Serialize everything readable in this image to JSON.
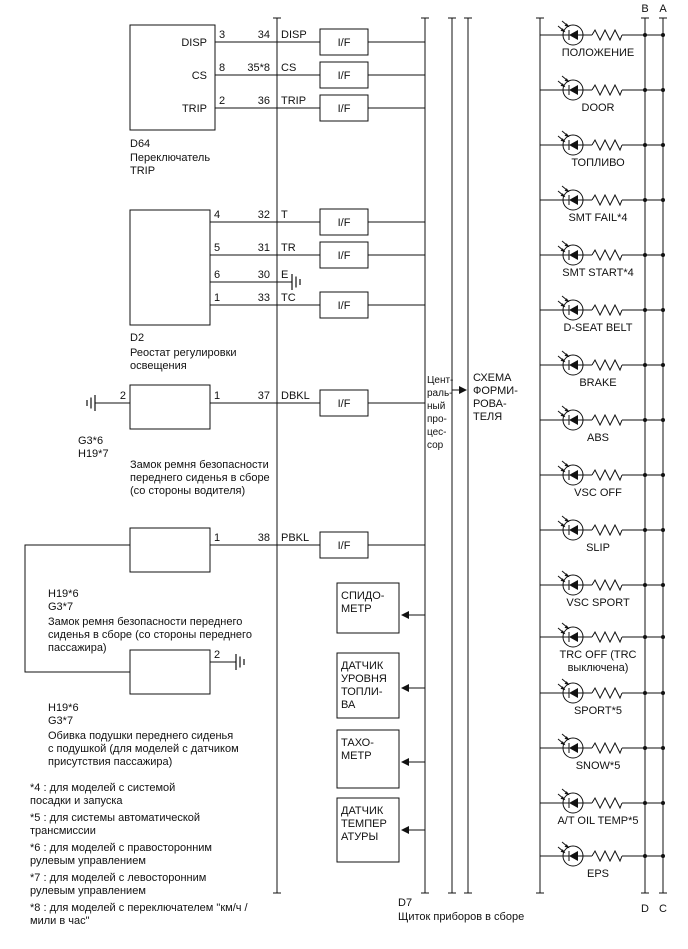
{
  "diagram": {
    "if_label": "I/F",
    "cpu_lines": [
      "Цент-",
      "раль-",
      "ный",
      "про-",
      "цес-",
      "сор"
    ],
    "former_lines": [
      "СХЕМА",
      "ФОРМИ-",
      "РОВА-",
      "ТЕЛЯ"
    ],
    "bus": {
      "top_b": "B",
      "top_a": "A",
      "bottom_d": "D",
      "bottom_c": "C"
    },
    "footer": {
      "id": "D7",
      "label": "Щиток приборов в сборе"
    }
  },
  "d64": {
    "id": "D64",
    "caption": [
      "Переключатель",
      "TRIP"
    ],
    "pins": [
      {
        "inner": "DISP",
        "pin": "3",
        "wire": "34",
        "signal": "DISP"
      },
      {
        "inner": "CS",
        "pin": "8",
        "wire": "35*8",
        "signal": "CS"
      },
      {
        "inner": "TRIP",
        "pin": "2",
        "wire": "36",
        "signal": "TRIP"
      }
    ]
  },
  "d2": {
    "id": "D2",
    "caption": [
      "Реостат регулировки",
      "освещения"
    ],
    "pins": [
      {
        "pin": "4",
        "wire": "32",
        "signal": "T"
      },
      {
        "pin": "5",
        "wire": "31",
        "signal": "TR"
      },
      {
        "pin": "6",
        "wire": "30",
        "signal": "E"
      },
      {
        "pin": "1",
        "wire": "33",
        "signal": "TC"
      }
    ]
  },
  "driver_buckle": {
    "pin_left": "2",
    "pin_right": "1",
    "wire": "37",
    "signal": "DBKL",
    "ground_labels": [
      "G3*6",
      "H19*7"
    ],
    "caption": [
      "Замок ремня безопасности",
      "переднего сиденья в сборе",
      "(со стороны водителя)"
    ]
  },
  "passenger_buckle": {
    "pin_right": "1",
    "wire": "38",
    "signal": "PBKL",
    "connector_labels": [
      "H19*6",
      "G3*7"
    ],
    "caption": [
      "Замок ремня безопасности переднего",
      "сиденья в сборе (со стороны переднего",
      "пассажира)"
    ]
  },
  "seat_cushion": {
    "pin_right": "2",
    "connector_labels": [
      "H19*6",
      "G3*7"
    ],
    "caption": [
      "Обивка подушки переднего сиденья",
      "с подушкой (для моделей с датчиком",
      "присутствия пассажира)"
    ]
  },
  "gauges": [
    {
      "lines": [
        "СПИДО-",
        "МЕТР"
      ]
    },
    {
      "lines": [
        "ДАТЧИК",
        "УРОВНЯ",
        "ТОПЛИ-",
        "ВА"
      ]
    },
    {
      "lines": [
        "ТАХО-",
        "МЕТР"
      ]
    },
    {
      "lines": [
        "ДАТЧИК",
        "ТЕМПЕР",
        "АТУРЫ"
      ]
    }
  ],
  "indicators": [
    {
      "label": "ПОЛОЖЕНИЕ"
    },
    {
      "label": "DOOR"
    },
    {
      "label": "ТОПЛИВО"
    },
    {
      "label": "SMT FAIL*4"
    },
    {
      "label": "SMT START*4"
    },
    {
      "label": "D-SEAT BELT"
    },
    {
      "label": "BRAKE"
    },
    {
      "label": "ABS"
    },
    {
      "label": "VSC OFF"
    },
    {
      "label": "SLIP"
    },
    {
      "label": "VSC SPORT"
    },
    {
      "label": "TRC OFF (TRC",
      "label2": "выключена)"
    },
    {
      "label": "SPORT*5"
    },
    {
      "label": "SNOW*5"
    },
    {
      "label": "A/T OIL TEMP*5"
    },
    {
      "label": "EPS"
    }
  ],
  "footnotes": [
    [
      "*4 : для моделей с системой",
      "посадки и запуска"
    ],
    [
      "*5 : для системы автоматической",
      "трансмиссии"
    ],
    [
      "*6 : для моделей с правосторонним",
      "рулевым управлением"
    ],
    [
      "*7 : для моделей с левосторонним",
      "рулевым управлением"
    ],
    [
      "*8 : для моделей с переключателем \"км/ч /",
      "мили в час\""
    ]
  ]
}
